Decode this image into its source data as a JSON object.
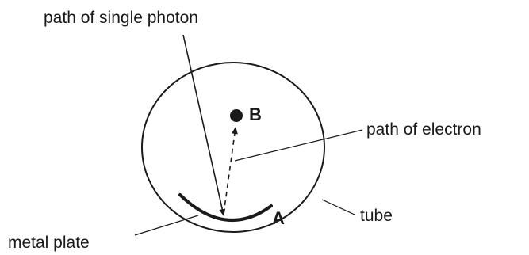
{
  "labels": {
    "photon_path": "path of single photon",
    "electron_path": "path of electron",
    "tube": "tube",
    "metal_plate": "metal plate",
    "point_a": "A",
    "point_b": "B"
  },
  "colors": {
    "ink": "#1a1a1a",
    "background": "#ffffff"
  }
}
